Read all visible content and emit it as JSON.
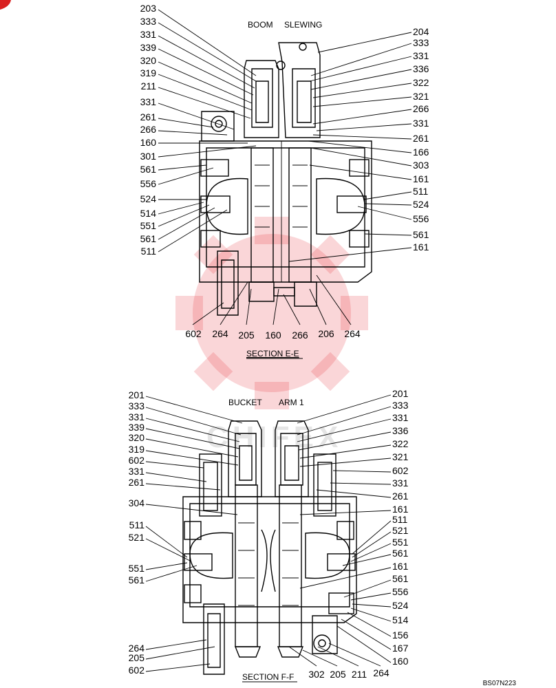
{
  "section_ee": {
    "headers": [
      "BOOM",
      "SLEWING"
    ],
    "title": "SECTION   E-E",
    "left_callouts": [
      "203",
      "333",
      "331",
      "339",
      "320",
      "319",
      "211",
      "331",
      "261",
      "266",
      "160",
      "301",
      "561",
      "556",
      "524",
      "514",
      "551",
      "561",
      "511"
    ],
    "right_callouts": [
      "204",
      "333",
      "331",
      "336",
      "322",
      "321",
      "266",
      "331",
      "261",
      "166",
      "303",
      "161",
      "511",
      "524",
      "556",
      "561",
      "161"
    ],
    "bottom_callouts": [
      "602",
      "264",
      "205",
      "160",
      "266",
      "206",
      "264"
    ]
  },
  "section_ff": {
    "headers": [
      "BUCKET",
      "ARM 1"
    ],
    "title": "SECTION   F-F",
    "left_callouts": [
      "201",
      "333",
      "331",
      "339",
      "320",
      "319",
      "602",
      "331",
      "261",
      "304",
      "511",
      "521",
      "551",
      "561",
      "264",
      "205",
      "602"
    ],
    "right_callouts": [
      "201",
      "333",
      "331",
      "336",
      "322",
      "321",
      "602",
      "331",
      "261",
      "161",
      "511",
      "521",
      "551",
      "561",
      "161",
      "561",
      "556",
      "524",
      "514",
      "156",
      "167",
      "160"
    ],
    "bottom_callouts": [
      "302",
      "205",
      "211",
      "264"
    ]
  },
  "drawing_code": "BS07N223",
  "watermark_text": "CHIFEX"
}
